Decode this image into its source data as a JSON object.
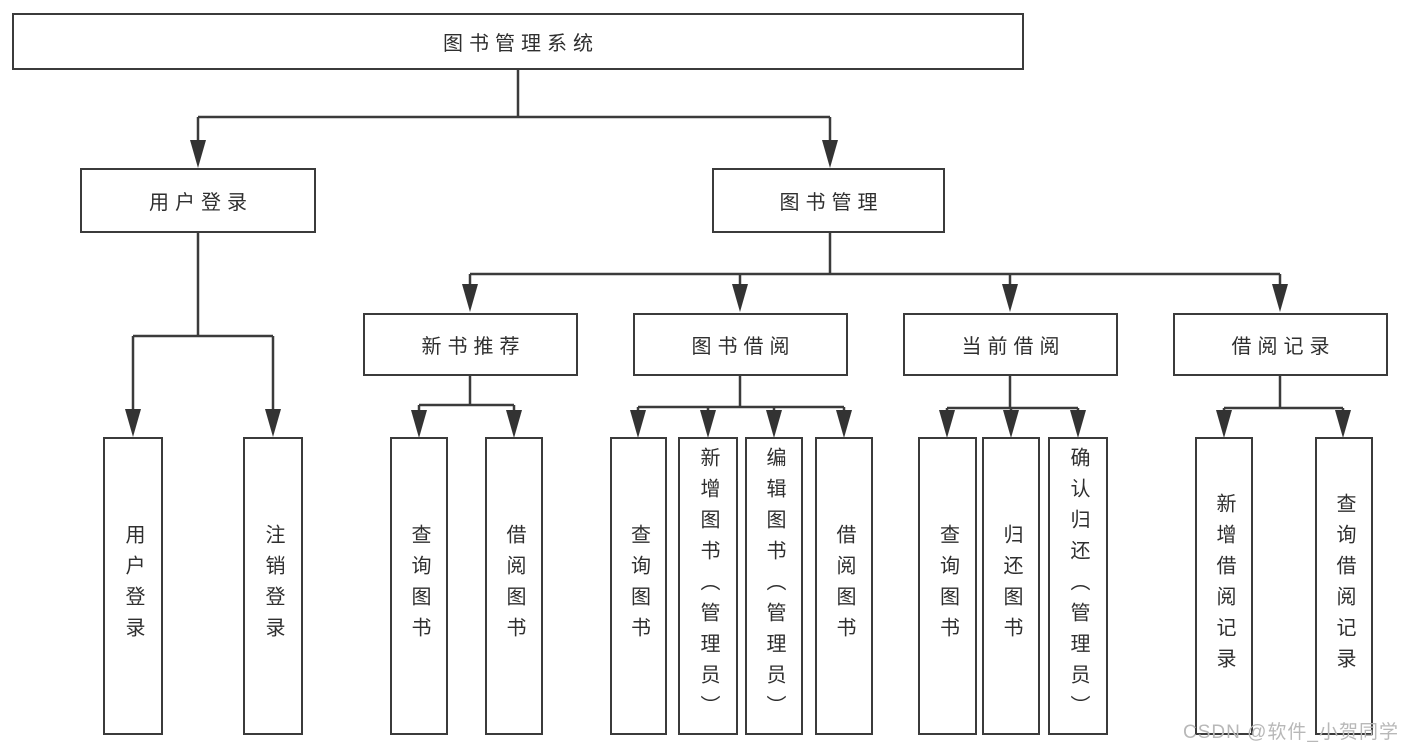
{
  "tree": {
    "label": "图书管理系统",
    "children": [
      {
        "label": "用户登录",
        "children": [
          {
            "label": "用户登录"
          },
          {
            "label": "注销登录"
          }
        ]
      },
      {
        "label": "图书管理",
        "children": [
          {
            "label": "新书推荐",
            "children": [
              {
                "label": "查询图书"
              },
              {
                "label": "借阅图书"
              }
            ]
          },
          {
            "label": "图书借阅",
            "children": [
              {
                "label": "查询图书"
              },
              {
                "label": "新增图书（管理员）"
              },
              {
                "label": "编辑图书（管理员）"
              },
              {
                "label": "借阅图书"
              }
            ]
          },
          {
            "label": "当前借阅",
            "children": [
              {
                "label": "查询图书"
              },
              {
                "label": "归还图书"
              },
              {
                "label": "确认归还（管理员）"
              }
            ]
          },
          {
            "label": "借阅记录",
            "children": [
              {
                "label": "新增借阅记录"
              },
              {
                "label": "查询借阅记录"
              }
            ]
          }
        ]
      }
    ]
  },
  "watermark": "CSDN @软件_小贺同学",
  "colors": {
    "line": "#3b3b3b",
    "text": "#2f2f2f",
    "box_background": "#ffffff",
    "watermark": "#b8b8b8"
  }
}
